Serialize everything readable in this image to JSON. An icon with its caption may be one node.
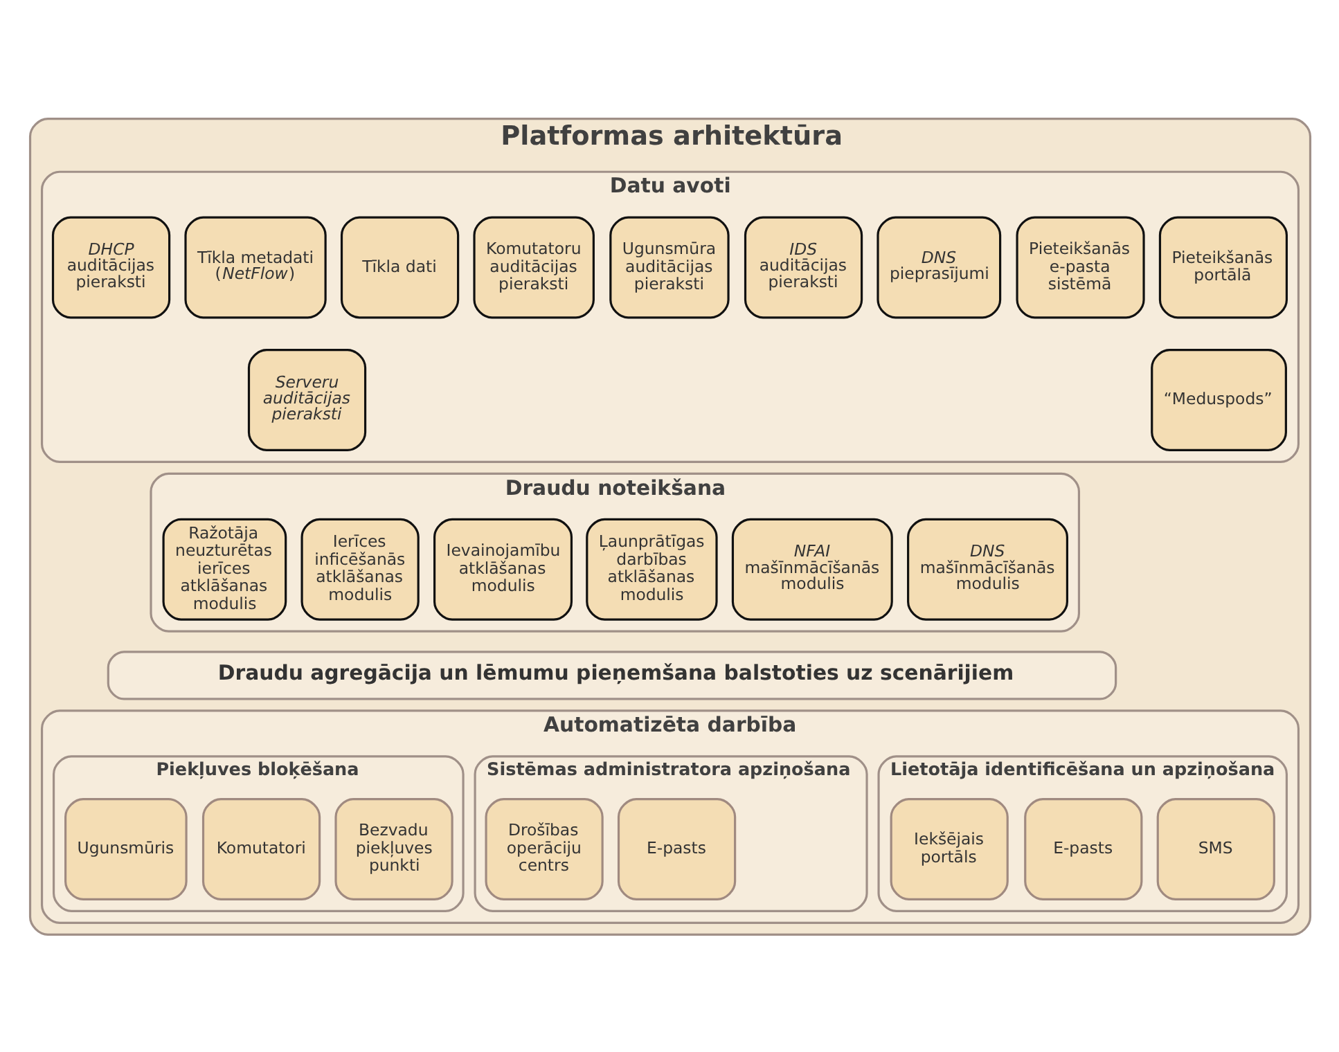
{
  "diagram": {
    "nodes": [
      {
        "text": [
          "Platformas arhitektūra"
        ]
      },
      {
        "text": [
          "Datu avoti"
        ],
        "in": 0
      },
      {
        "text": [
          "Pieteikšanās portālā"
        ],
        "in": 1
      },
      {
        "text": [
          "Pieteikšanās e-pasta sistēmā"
        ],
        "in": 1
      },
      {
        "text": [
          "*DNS* pieprasījumi"
        ],
        "in": 1
      },
      {
        "text": [
          "*IDS* auditācijas pieraksti"
        ],
        "in": 1
      },
      {
        "text": [
          "Ugunsmūra auditācijas pieraksti"
        ],
        "in": 1
      },
      {
        "text": [
          "Komutatoru auditācijas pieraksti"
        ],
        "in": 1
      },
      {
        "text": [
          "Tīkla dati"
        ],
        "in": 1
      },
      {
        "text": [
          "Tīkla metadati (*NetFlow*)"
        ],
        "in": 1
      },
      {
        "text": [
          "*DHCP* auditācijas pieraksti"
        ],
        "in": 1
      },
      {
        "text": [
          "“Meduspods”"
        ],
        "in": 1
      },
      {
        "text": [
          "Serveru auditācijas pieraksti"
        ],
        "in": 1
      },
      {
        "text": [
          "Draudu noteikšana"
        ],
        "in": 0
      },
      {
        "text": [
          "*DNS* mašīnmācīšanās modulis"
        ],
        "in": 13
      },
      {
        "text": [
          "*NFAI* mašīnmācīšanās modulis"
        ],
        "in": 13
      },
      {
        "text": [
          "Ļaunprātīgas darbības atklāšanas modulis"
        ],
        "in": 13
      },
      {
        "text": [
          "Ievainojamību atklāšanas modulis"
        ],
        "in": 13
      },
      {
        "text": [
          "Ierīces inficēšanās atklāšanas modulis"
        ],
        "in": 13
      },
      {
        "text": [
          "Ražotāja neuzturētas ierīces atklāšanas modulis"
        ],
        "in": 13
      },
      {
        "text": [
          "Draudu agregācija un lēmumu pieņemšana balstoties uz scenārijiem"
        ],
        "in": 0
      },
      {
        "text": [
          "Automatizēta darbība"
        ],
        "in": 0
      },
      {
        "text": [
          "Lietotāja identificēšana un apziņošana"
        ],
        "in": 21
      },
      {
        "text": [
          "SMS"
        ],
        "in": 22
      },
      {
        "text": [
          "E-pasts"
        ],
        "in": 22
      },
      {
        "text": [
          "Iekšējais portāls"
        ],
        "in": 22
      },
      {
        "text": [
          "Sistēmas administratora apziņošana"
        ],
        "in": 21
      },
      {
        "text": [
          "E-pasts"
        ],
        "in": 26
      },
      {
        "text": [
          "Drošības operāciju centrs"
        ],
        "in": 26
      },
      {
        "text": [
          "Piekļuves bloķēšana"
        ],
        "in": 21
      },
      {
        "text": [
          "Bezvadu piekļuves punkti"
        ],
        "in": 29
      },
      {
        "text": [
          "Komutatori"
        ],
        "in": 29
      },
      {
        "text": [
          "Ugunsmūris"
        ],
        "in": 29
      }
    ],
    "edges": []
  }
}
